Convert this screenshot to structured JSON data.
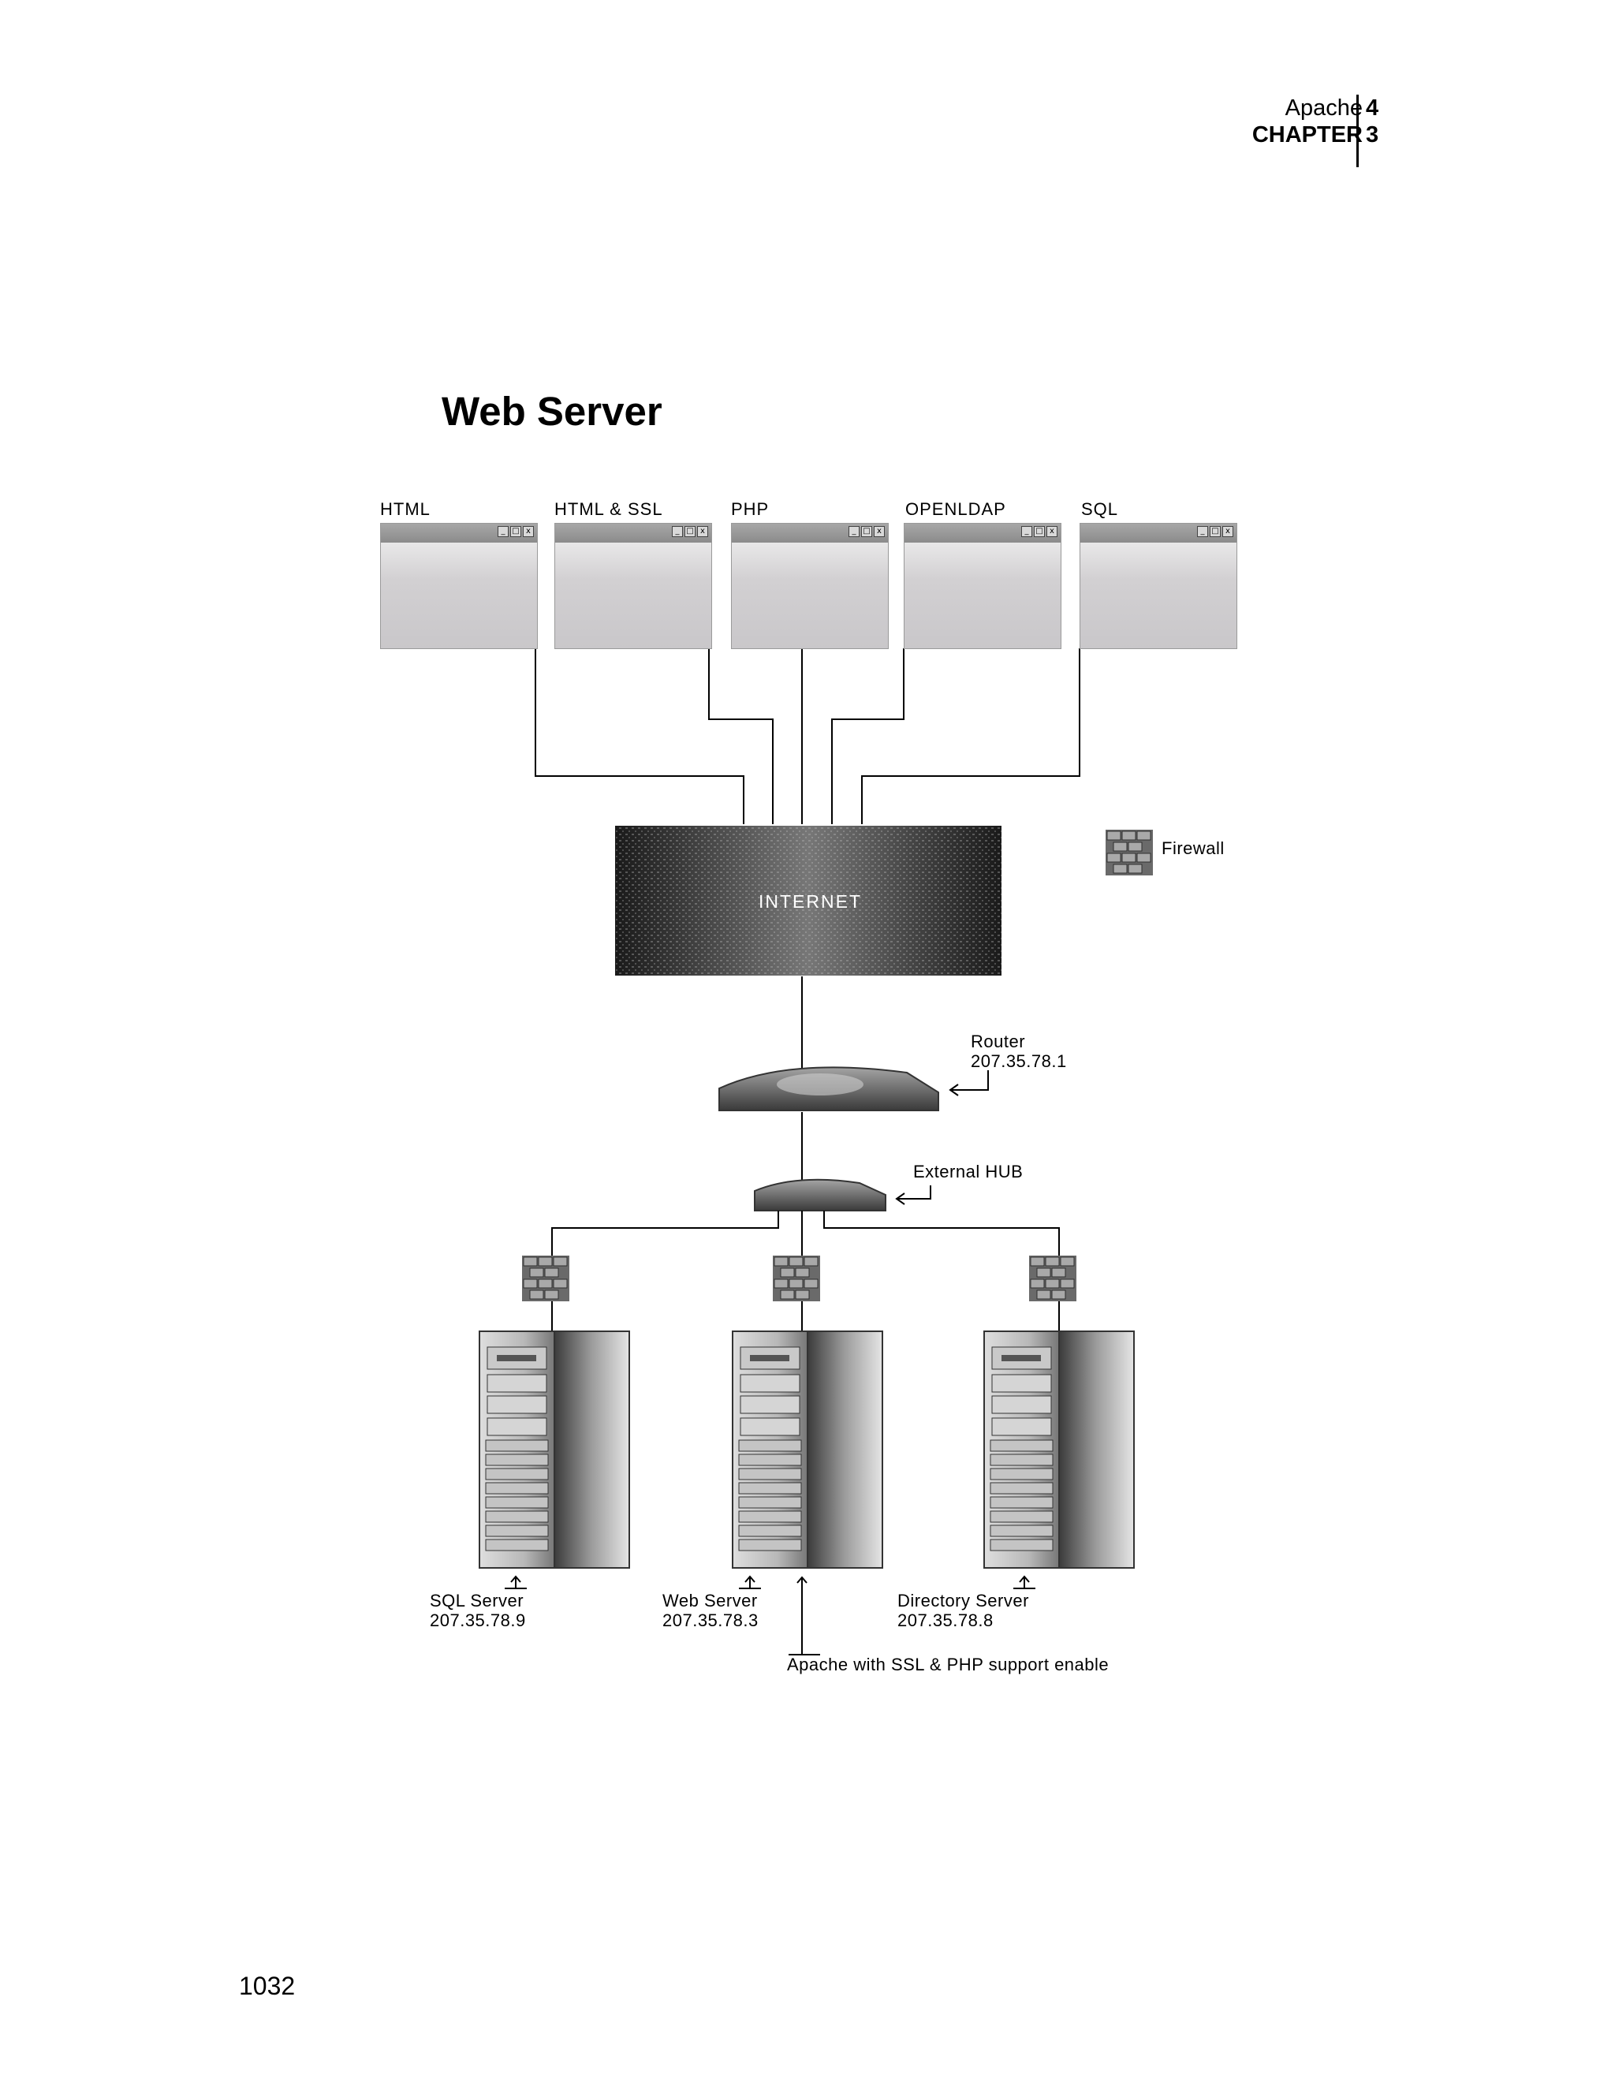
{
  "header": {
    "section_label": "Apache",
    "section_number": "4",
    "chapter_label": "CHAPTER",
    "chapter_number": "3"
  },
  "diagram": {
    "title": "Web Server",
    "clients": [
      {
        "label": "HTML"
      },
      {
        "label": "HTML & SSL"
      },
      {
        "label": "PHP"
      },
      {
        "label": "OPENLDAP"
      },
      {
        "label": "SQL"
      }
    ],
    "internet_label": "INTERNET",
    "legend": {
      "icon": "firewall-icon",
      "label": "Firewall"
    },
    "router": {
      "name": "Router",
      "ip": "207.35.78.1"
    },
    "hub": {
      "name": "External HUB"
    },
    "servers": [
      {
        "name": "SQL Server",
        "ip": "207.35.78.9"
      },
      {
        "name": "Web Server",
        "ip": "207.35.78.3"
      },
      {
        "name": "Directory Server",
        "ip": "207.35.78.8"
      }
    ],
    "note": "Apache with SSL & PHP support enable"
  },
  "footer": {
    "page_number": "1032"
  }
}
